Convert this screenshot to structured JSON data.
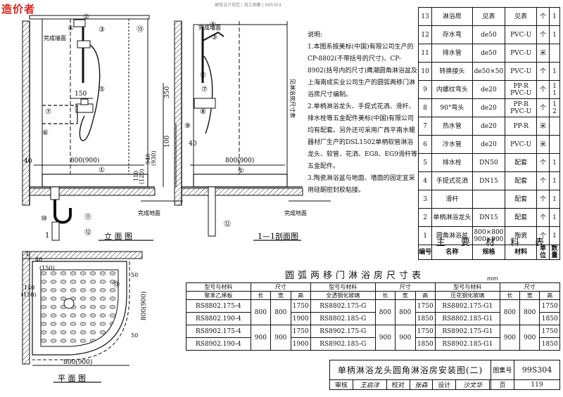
{
  "watermark": "造价者",
  "header_strip": "建筑设计规范 | 施工图集 | 99S304",
  "callouts": [
    "①",
    "②",
    "③",
    "④",
    "⑤",
    "⑥",
    "⑦",
    "⑧",
    "⑨",
    "⑩",
    "⑪",
    "⑫",
    "⑬"
  ],
  "elevation": {
    "finished_wall": "完成墙面",
    "finished_floor": "完成地面",
    "dim_150": "150",
    "dim_350": "350",
    "dim_100": "100",
    "dim_40": "40",
    "dim_width": "800(900)",
    "dim_110": "110",
    "dim_120": "(120)",
    "dim_940": "940",
    "dim_930": "(930)",
    "label": "立  面  图"
  },
  "section": {
    "finished_wall": "完成墙面",
    "finished_floor": "完成地面",
    "dim_40": "40",
    "dim_width": "800(900)",
    "vertical_note": "见淋浴房尺寸表",
    "label": "1—1剖面图",
    "mark": "1"
  },
  "plan": {
    "dim_40": "40",
    "dim_150": "(150)",
    "dim_140": "140",
    "dim_150b": "(150)",
    "dim_50": "50",
    "dim_50b": "50",
    "dim_side": "800(900)",
    "dim_bottom": "800(900)",
    "label": "平  面  图",
    "mark": "1"
  },
  "notes": {
    "heading": "说明:",
    "items": [
      "1.本图系按美标(中国)有限公司生产的CP-8802(不带括号的尺寸)、CP-8902(括号内的尺寸)鹰潮圆角淋浴盆及上海南成实业公司生产的圆弧两移门淋浴房尺寸编制。",
      "2.单柄淋浴龙头、手提式花洒、滑杆、排水栓等五金配件美标(中国)有限公司均有配套。另外还可采用广西平南水暖器材厂生产的DSL1502单柄软管淋浴龙头、软管、花洒、EG8、EG9滑杆等五金配件。",
      "3.陶瓷淋浴盆与地面、墙面的固定宜采用硅酮密封胶粘接。"
    ]
  },
  "materials": {
    "title": "主 要 材 料 表",
    "headers": [
      "编号",
      "名称",
      "规格",
      "材料",
      "单位",
      "数量"
    ],
    "rows": [
      [
        "13",
        "淋浴房",
        "见表",
        "见表",
        "个",
        "1"
      ],
      [
        "12",
        "存水弯",
        "de50",
        "PVC-U",
        "个",
        "1"
      ],
      [
        "11",
        "排水管",
        "de50",
        "PVC-U",
        "米",
        ""
      ],
      [
        "10",
        "转换接头",
        "de50×50",
        "PVC-U",
        "个",
        "1"
      ],
      [
        "9",
        "内螺纹弯头",
        "de20",
        "PP-R PVC-U",
        "个",
        "1 1"
      ],
      [
        "8",
        "90°弯头",
        "de20",
        "PP-R PVC-U",
        "个",
        "1 2"
      ],
      [
        "7",
        "热水管",
        "de20",
        "PP-R",
        "米",
        ""
      ],
      [
        "6",
        "冷水管",
        "de20",
        "PVC-U",
        "米",
        ""
      ],
      [
        "5",
        "排水栓",
        "DN50",
        "配套",
        "个",
        "1"
      ],
      [
        "4",
        "手提式花洒",
        "DN15",
        "配套",
        "个",
        "1"
      ],
      [
        "3",
        "滑杆",
        "",
        "配套",
        "个",
        "1"
      ],
      [
        "2",
        "单柄淋浴龙头",
        "DN15",
        "配套",
        "个",
        "1"
      ],
      [
        "1",
        "圆角淋浴盆",
        "800×800 900×900",
        "陶瓷",
        "个",
        "1"
      ]
    ]
  },
  "size_table": {
    "title": "圆弧两移门淋浴房尺寸表",
    "unit": "mm",
    "col_model": "型号与材料",
    "col_size": "尺寸",
    "groups": [
      {
        "material": "聚苯乙烯板",
        "models": [
          "RS8802.175-4",
          "RS8802.190-4",
          "RS8902.175-4",
          "RS8902.190-4"
        ]
      },
      {
        "material": "全透钢化玻璃",
        "models": [
          "RS8802.175-G",
          "RS8802.185-G",
          "RS8902.175-G",
          "RS8902.185-G"
        ]
      },
      {
        "material": "压花钢化玻璃",
        "models": [
          "RS8802.175-G1",
          "RS8802.185-G1",
          "RS8902.175-G1",
          "RS8902.185-G1"
        ]
      }
    ],
    "sub_headers": [
      "长",
      "宽",
      "高"
    ],
    "lengths": [
      "800",
      "900"
    ],
    "widths": [
      "800",
      "900"
    ],
    "heights_a": [
      "1750",
      "1900",
      "1750",
      "1900"
    ],
    "heights_b": [
      "1750",
      "1850",
      "1750",
      "1850"
    ]
  },
  "title_block": {
    "title": "单柄淋浴龙头圆角淋浴房安装图(二)",
    "atlas_label": "图集号",
    "atlas_no": "99S304",
    "review_label": "审核",
    "reviewer": "王启洋",
    "check_label": "校对",
    "checker": "张森",
    "design_label": "设计",
    "designer": "沙文华",
    "page_label": "页",
    "page": "119"
  }
}
